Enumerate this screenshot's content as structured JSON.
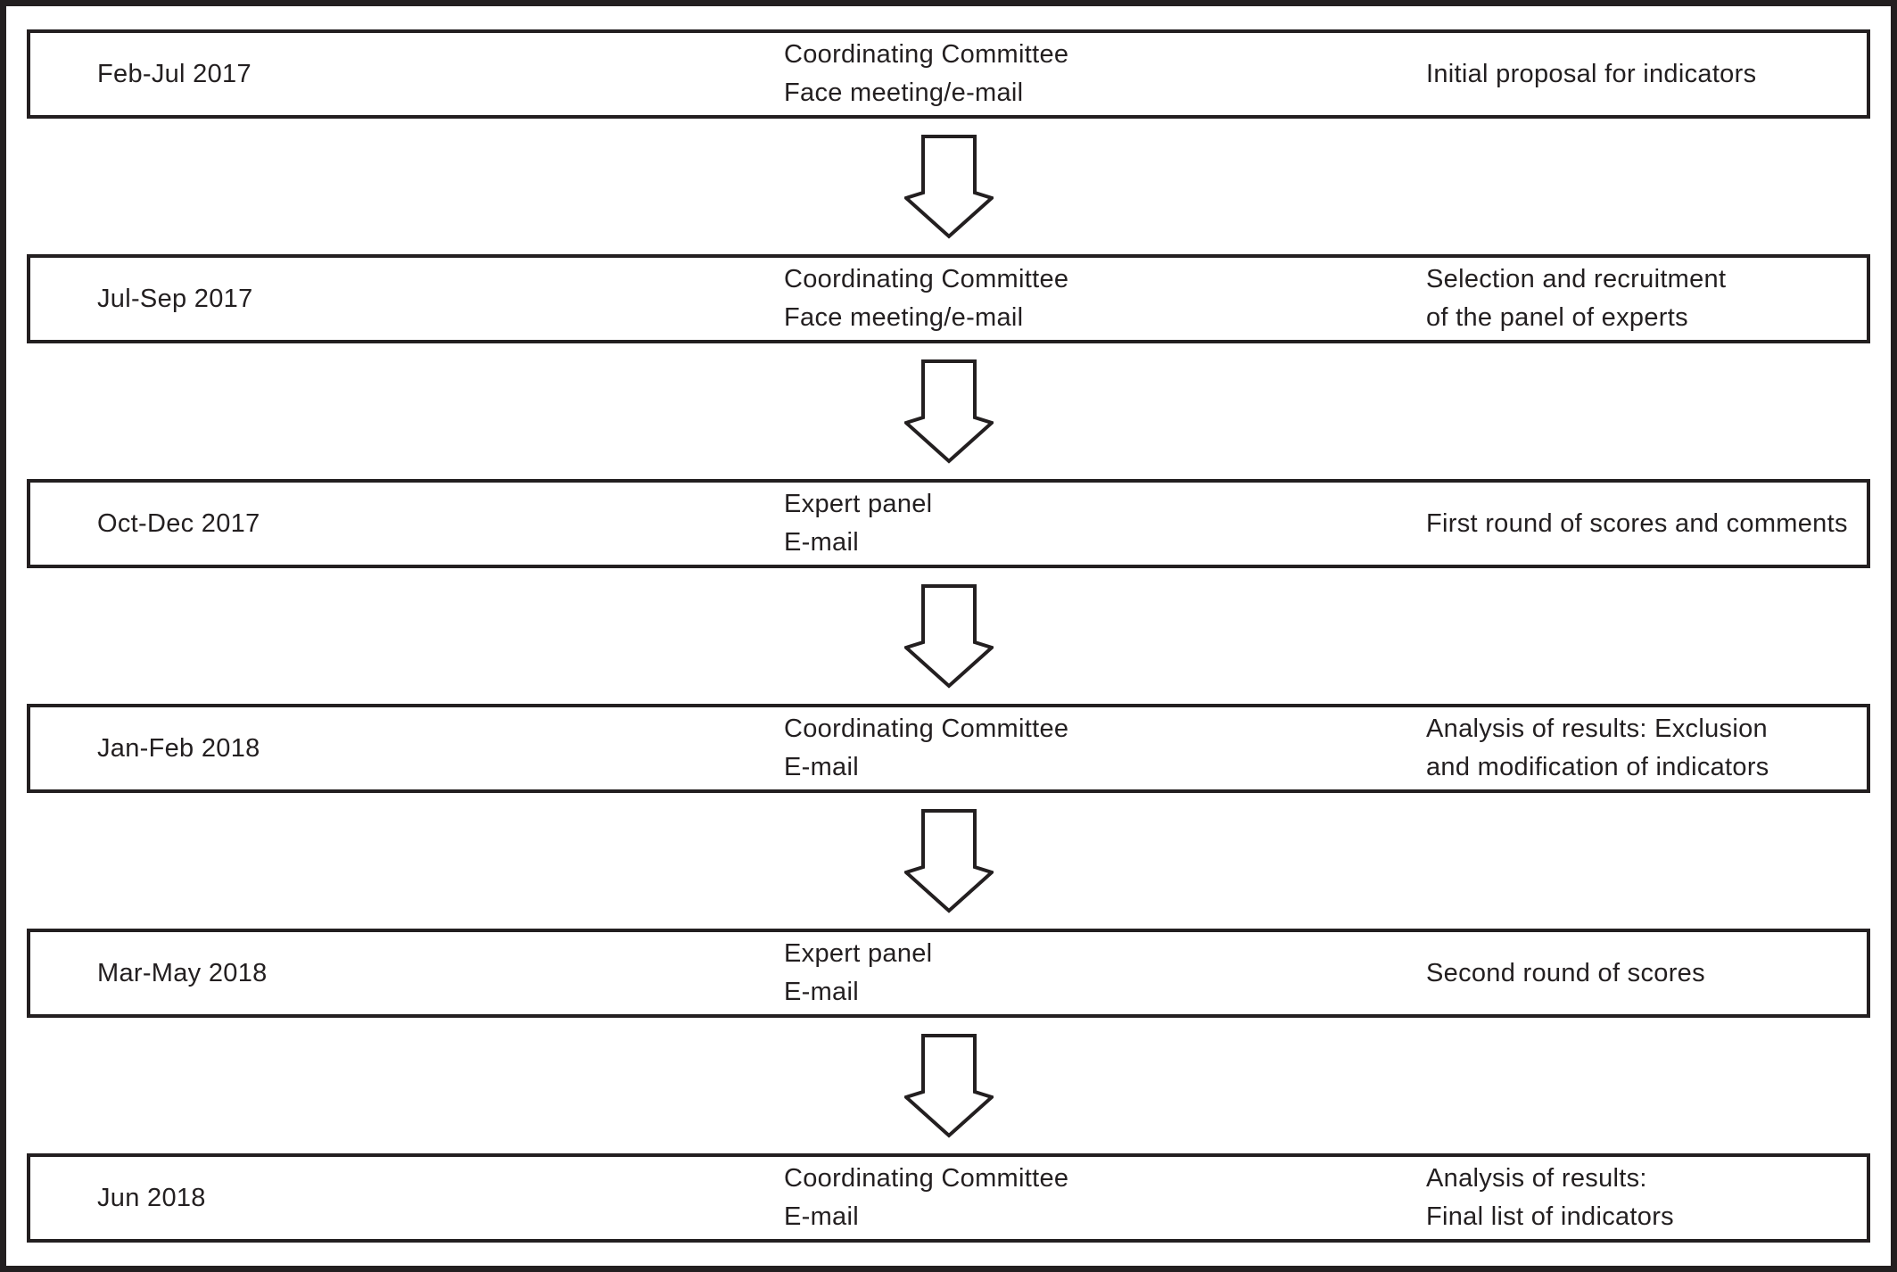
{
  "colors": {
    "ink": "#231f20",
    "background": "#ffffff"
  },
  "diagram": {
    "type": "vertical-flowchart",
    "arrow_count": 5
  },
  "rows": [
    {
      "date": "Feb-Jul 2017",
      "actor": "Coordinating Committee",
      "channel": "Face meeting/e-mail",
      "outcome_line1": "Initial proposal for indicators",
      "outcome_line2": ""
    },
    {
      "date": "Jul-Sep 2017",
      "actor": "Coordinating Committee",
      "channel": "Face meeting/e-mail",
      "outcome_line1": "Selection and recruitment",
      "outcome_line2": "of the panel of experts"
    },
    {
      "date": "Oct-Dec 2017",
      "actor": "Expert panel",
      "channel": "E-mail",
      "outcome_line1": "First round of scores and comments",
      "outcome_line2": ""
    },
    {
      "date": "Jan-Feb 2018",
      "actor": "Coordinating Committee",
      "channel": "E-mail",
      "outcome_line1": "Analysis of results: Exclusion",
      "outcome_line2": "and modification of indicators"
    },
    {
      "date": "Mar-May 2018",
      "actor": "Expert panel",
      "channel": "E-mail",
      "outcome_line1": "Second round of scores",
      "outcome_line2": ""
    },
    {
      "date": "Jun 2018",
      "actor": "Coordinating Committee",
      "channel": "E-mail",
      "outcome_line1": "Analysis of results:",
      "outcome_line2": "Final list of indicators"
    }
  ]
}
